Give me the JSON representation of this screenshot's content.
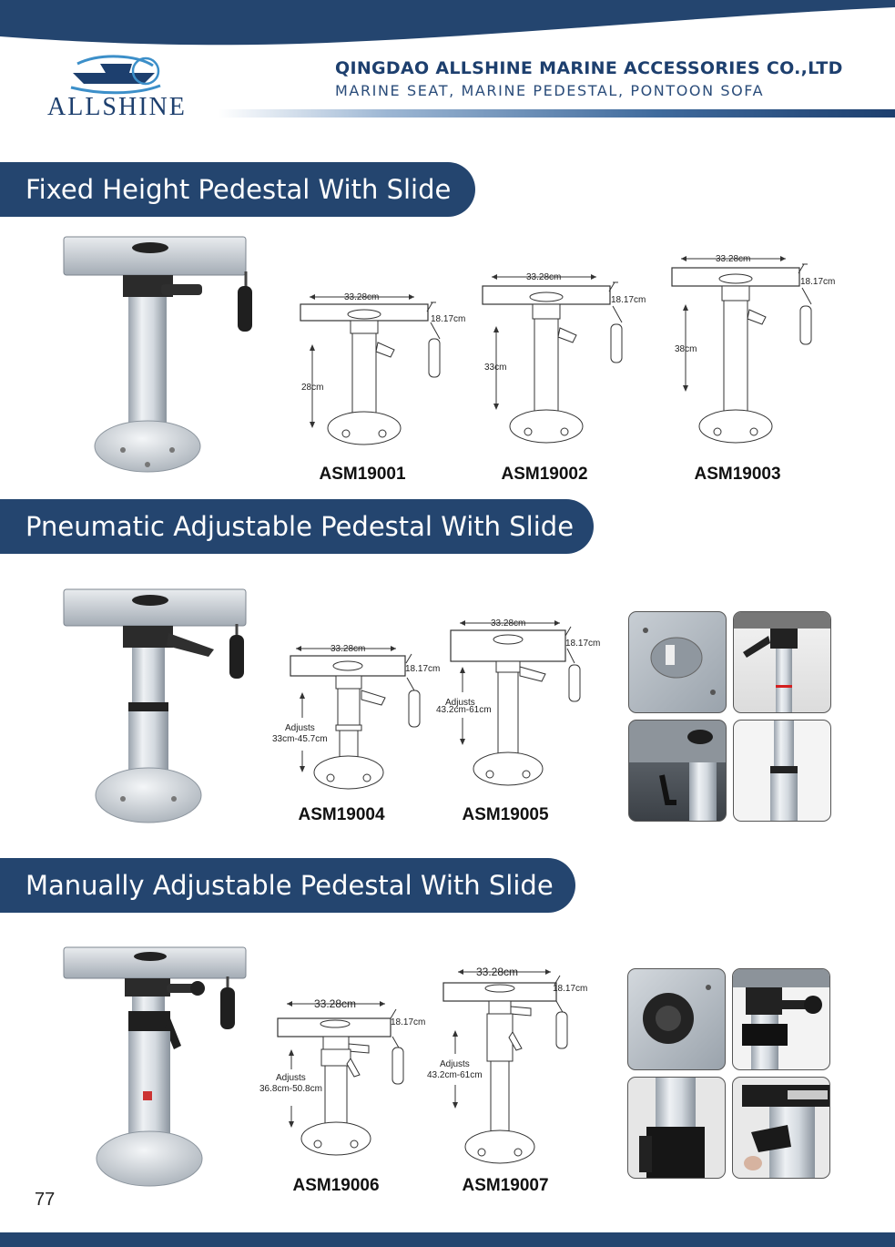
{
  "header": {
    "brand": "ALLSHINE",
    "company": "QINGDAO ALLSHINE MARINE ACCESSORIES CO.,LTD",
    "tagline": "MARINE SEAT, MARINE PEDESTAL, PONTOON SOFA",
    "brand_color": "#24456f"
  },
  "sections": [
    {
      "title": "Fixed Height Pedestal With Slide",
      "products": [
        {
          "model": "ASM19001",
          "width": "33.28cm",
          "slide": "18.17cm",
          "height": "28cm"
        },
        {
          "model": "ASM19002",
          "width": "33.28cm",
          "slide": "18.17cm",
          "height": "33cm"
        },
        {
          "model": "ASM19003",
          "width": "33.28cm",
          "slide": "18.17cm",
          "height": "38cm"
        }
      ]
    },
    {
      "title": "Pneumatic Adjustable Pedestal With Slide",
      "products": [
        {
          "model": "ASM19004",
          "width": "33.28cm",
          "slide": "18.17cm",
          "height_label": "Adjusts",
          "height": "33cm-45.7cm"
        },
        {
          "model": "ASM19005",
          "width": "33.28cm",
          "slide": "18.17cm",
          "height_label": "Adjusts",
          "height": "43.2cm-61cm"
        }
      ]
    },
    {
      "title": "Manually Adjustable Pedestal With Slide",
      "products": [
        {
          "model": "ASM19006",
          "width": "33.28cm",
          "slide": "18.17cm",
          "height_label": "Adjusts",
          "height": "36.8cm-50.8cm"
        },
        {
          "model": "ASM19007",
          "width": "33.28cm",
          "slide": "18.17cm",
          "height_label": "Adjusts",
          "height": "43.2cm-61cm"
        }
      ]
    }
  ],
  "footer": {
    "page_number": "77"
  }
}
